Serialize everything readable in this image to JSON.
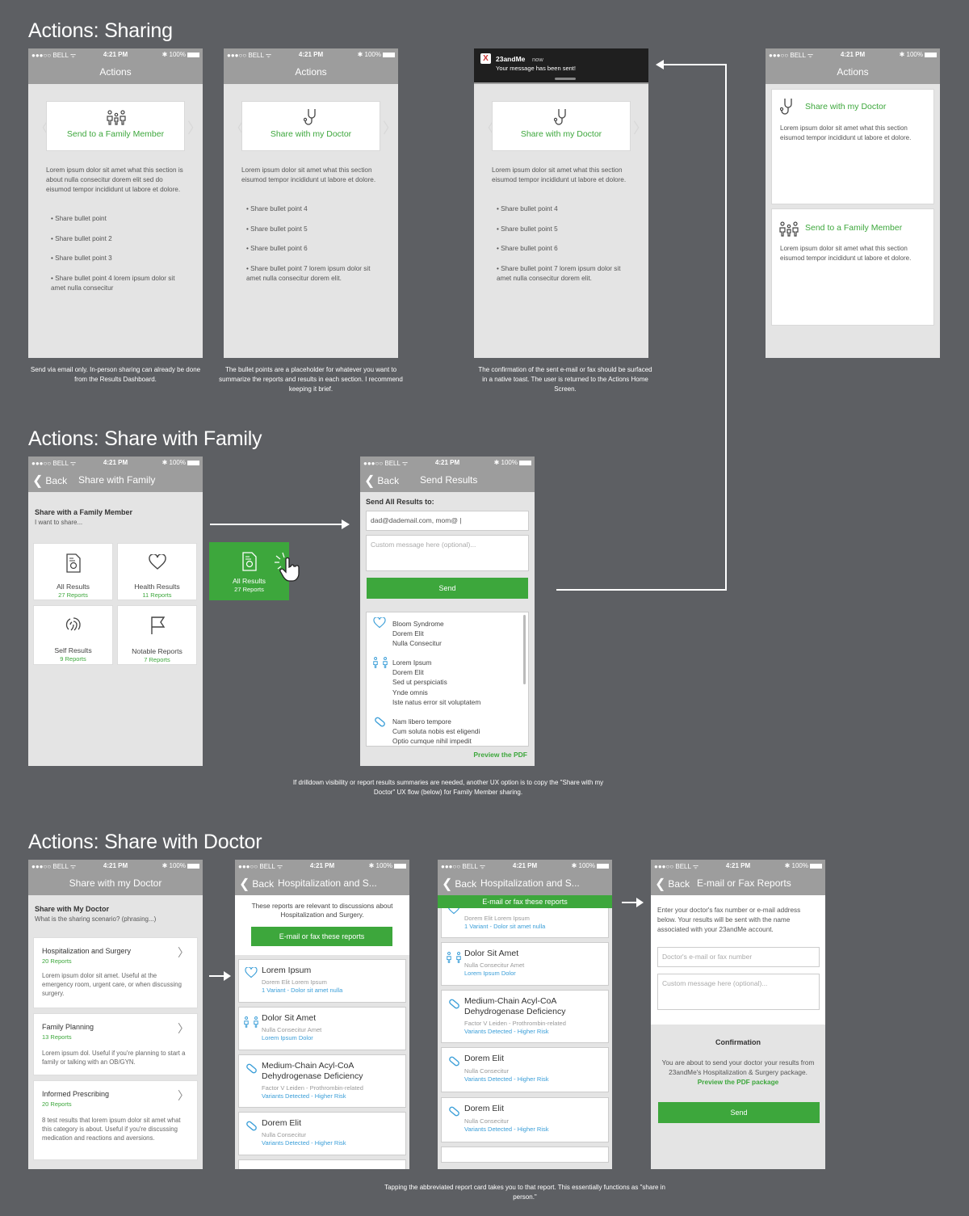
{
  "titles": {
    "sharing": "Actions: Sharing",
    "family": "Actions: Share with Family",
    "doctor": "Actions: Share with Doctor"
  },
  "status": {
    "carrier": "●●●○○ BELL ᯤ",
    "time": "4:21 PM",
    "battery": "✱ 100%"
  },
  "nav": {
    "actions": "Actions",
    "back": "Back",
    "share_family": "Share with Family",
    "send_results": "Send Results",
    "share_doctor": "Share with my Doctor",
    "hosp": "Hospitalization and S...",
    "email_fax": "E-mail or Fax Reports"
  },
  "s1": {
    "p1": {
      "card": "Send to a Family Member",
      "body": "Lorem ipsum dolor sit amet what this section is about nulla consecitur dorem elit sed do eisumod tempor incididunt ut labore et dolore.",
      "bullets": [
        "• Share bullet point",
        "• Share bullet point 2",
        "• Share bullet point 3",
        "• Share bullet point 4 lorem ipsum dolor sit amet nulla consecitur"
      ]
    },
    "p2": {
      "card": "Share with my Doctor",
      "body": "Lorem ipsum dolor sit amet what this section eisumod tempor incididunt ut labore et dolore.",
      "bullets": [
        "• Share bullet point 4",
        "• Share bullet point 5",
        "• Share bullet point 6",
        "• Share bullet point 7 lorem ipsum dolor sit amet nulla consecitur dorem elit."
      ]
    },
    "toast": {
      "app": "23andMe",
      "time": "now",
      "msg": "Your message has been sent!"
    },
    "p4": {
      "c1_title": "Share with my Doctor",
      "c1_body": "Lorem ipsum dolor sit amet what this section eisumod tempor incididunt ut labore et dolore.",
      "c2_title": "Send to a Family Member",
      "c2_body": "Lorem ipsum dolor sit amet what this section eisumod tempor incididunt ut labore et dolore."
    },
    "captions": [
      "Send via email only. In-person sharing can already be done from the Results Dashboard.",
      "The bullet points are a placeholder for whatever you want to summarize the reports and results in each section. I recommend keeping it brief.",
      "The confirmation of the sent e-mail or fax should be surfaced in a native toast. The user is returned to the Actions Home Screen."
    ]
  },
  "s2": {
    "heading": "Share with a Family Member",
    "sub": "I want to share...",
    "tiles": [
      {
        "label": "All Results",
        "count": "27 Reports"
      },
      {
        "label": "Health Results",
        "count": "11 Reports"
      },
      {
        "label": "Self Results",
        "count": "9 Reports"
      },
      {
        "label": "Notable Reports",
        "count": "7 Reports"
      }
    ],
    "send_to": "Send All Results to:",
    "email_value": "dad@dademail.com, mom@ |",
    "msg_placeholder": "Custom message here (optional)...",
    "send": "Send",
    "list": [
      [
        "Bloom Syndrome",
        "Dorem Elit",
        "Nulla Consecitur"
      ],
      [
        "Lorem Ipsum",
        "Dorem Elit",
        "Sed ut perspiciatis",
        "Ynde omnis",
        "Iste natus error sit voluptatem"
      ],
      [
        "Nam libero tempore",
        "Cum soluta nobis est eligendi",
        "Optio cumque nihil impedit"
      ]
    ],
    "preview": "Preview the PDF",
    "caption": "If drilldown visibility or report results summaries are needed, another UX option is to copy the \"Share with my Doctor\" UX flow (below) for Family Member sharing."
  },
  "s3": {
    "heading": "Share with My Doctor",
    "sub": "What is the sharing scenario? (phrasing...)",
    "scenarios": [
      {
        "t": "Hospitalization and Surgery",
        "c": "20 Reports",
        "d": "Lorem ipsum dolor sit amet. Useful at the emergency room, urgent care, or when discussing surgery."
      },
      {
        "t": "Family Planning",
        "c": "13 Reports",
        "d": "Lorem ipsum dol. Useful if you're planning to start a family or talking with an OB/GYN."
      },
      {
        "t": "Informed Prescribing",
        "c": "20 Reports",
        "d": "8 test results that lorem ipsum dolor sit amet what this category is about. Useful if you're discussing medication and reactions and aversions."
      }
    ],
    "intro": "These reports are relevant to discussions about Hospitalization and Surgery.",
    "email_btn": "E-mail or fax these reports",
    "reports": [
      {
        "t": "Lorem Ipsum",
        "a": "Dorem Elit Lorem Ipsum",
        "b": "1 Variant - Dolor sit amet nulla"
      },
      {
        "t": "Dolor Sit Amet",
        "a": "Nulla Consecitur Amet",
        "b": "Lorem Ipsum Dolor"
      },
      {
        "t": "Medium-Chain Acyl-CoA Dehydrogenase Deficiency",
        "a": "Factor V Leiden - Prothrombin-related",
        "b": "Variants Detected - Higher Risk"
      },
      {
        "t": "Dorem Elit",
        "a": "Nulla Consecitur",
        "b": "Variants Detected - Higher Risk"
      }
    ],
    "scrolled_a": "Dorem Elit Lorem Ipsum",
    "scrolled_b": "1 Variant - Dolor sit amet nulla",
    "fax_intro": "Enter your doctor's fax number or e-mail address below. Your results will be sent with the name associated with your 23andMe account.",
    "fax_placeholder": "Doctor's e-mail or fax number",
    "msg_placeholder": "Custom message here (optional)...",
    "confirm_title": "Confirmation",
    "confirm_body": "You are about to send your doctor your results from 23andMe's Hospitalization & Surgery package.",
    "confirm_link": "Preview the PDF package",
    "send": "Send",
    "caption": "Tapping the abbreviated report card takes you to that report. This essentially functions as \"share in person.\""
  },
  "colors": {
    "bg": "#5d5f63",
    "green": "#3da73c",
    "header": "#9d9d9d",
    "link": "#3a9ed8"
  }
}
